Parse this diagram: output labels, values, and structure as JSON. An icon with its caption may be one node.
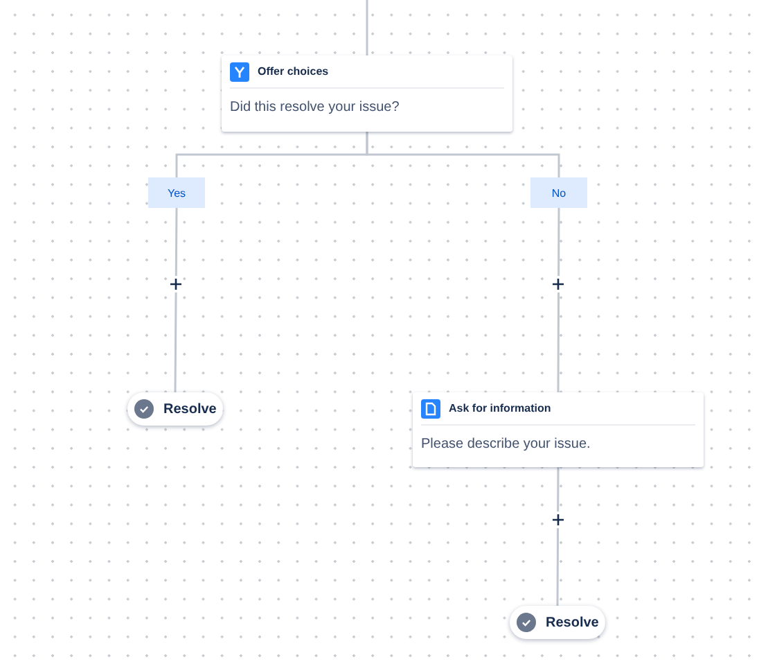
{
  "diagram": {
    "nodes": [
      {
        "text": [
          "Offer choices",
          "Did this resolve your issue?"
        ]
      },
      {
        "text": [
          "Yes"
        ]
      },
      {
        "text": [
          "No"
        ]
      },
      {
        "text": [
          "Resolve"
        ]
      },
      {
        "text": [
          "Ask for information",
          "Please describe your issue."
        ]
      },
      {
        "text": [
          "Resolve"
        ]
      }
    ],
    "edges": [
      {
        "from": null,
        "to": 0,
        "arrow": "none"
      },
      {
        "from": 0,
        "to": 1,
        "arrow": "none"
      },
      {
        "from": 0,
        "to": 2,
        "arrow": "none"
      },
      {
        "from": 1,
        "to": 3,
        "arrow": "none"
      },
      {
        "from": 2,
        "to": 4,
        "arrow": "none"
      },
      {
        "from": 4,
        "to": 5,
        "arrow": "none"
      }
    ]
  }
}
